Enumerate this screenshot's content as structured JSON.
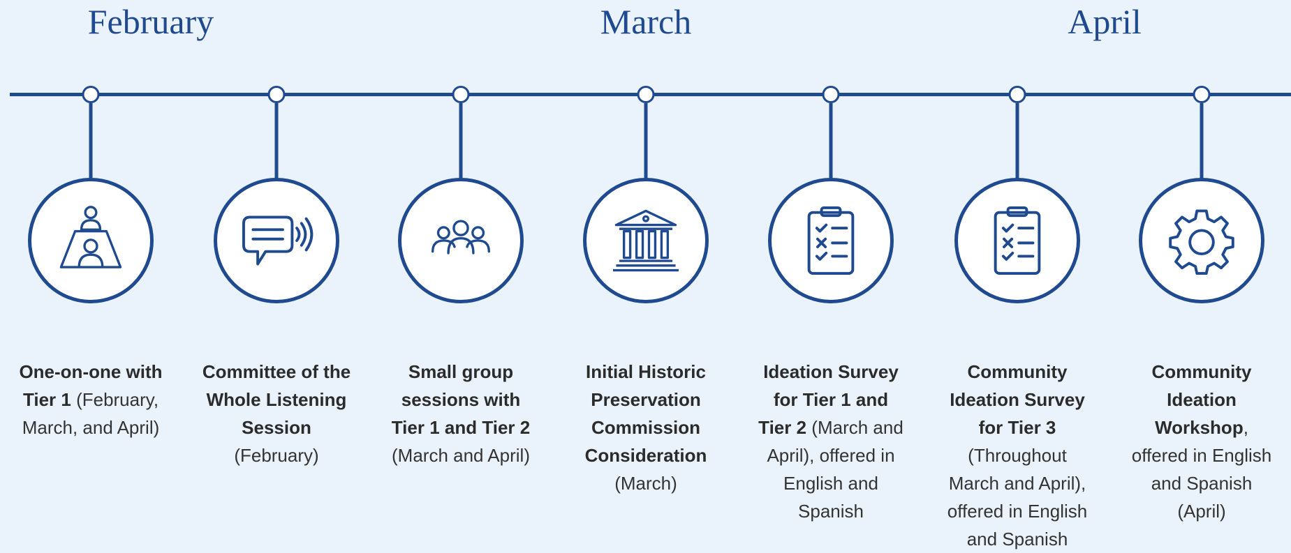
{
  "months": [
    "February",
    "March",
    "April"
  ],
  "colors": {
    "primary": "#1f4a8f",
    "background": "#eaf3fb",
    "text": "#333333"
  },
  "steps": [
    {
      "icon": "meeting-table-icon",
      "title": "One-on-one with Tier 1",
      "detail": " (February, March, and April)"
    },
    {
      "icon": "chat-speaker-icon",
      "title": "Committee of the Whole Listening Session",
      "detail": " (February)"
    },
    {
      "icon": "group-people-icon",
      "title": "Small group sessions with Tier 1 and Tier 2",
      "detail": " (March and April)"
    },
    {
      "icon": "government-building-icon",
      "title": "Initial Historic Preservation Commission Consideration",
      "detail": " (March)"
    },
    {
      "icon": "clipboard-checklist-icon",
      "title": "Ideation Survey for Tier 1 and Tier 2",
      "detail": " (March and April), offered in English and Spanish"
    },
    {
      "icon": "clipboard-checklist-icon",
      "title": "Community Ideation Survey for Tier 3",
      "detail": " (Throughout March and April), offered in English and Spanish"
    },
    {
      "icon": "gear-icon",
      "title": "Community Ideation Workshop",
      "detail": ", offered in English and Spanish (April)"
    }
  ]
}
